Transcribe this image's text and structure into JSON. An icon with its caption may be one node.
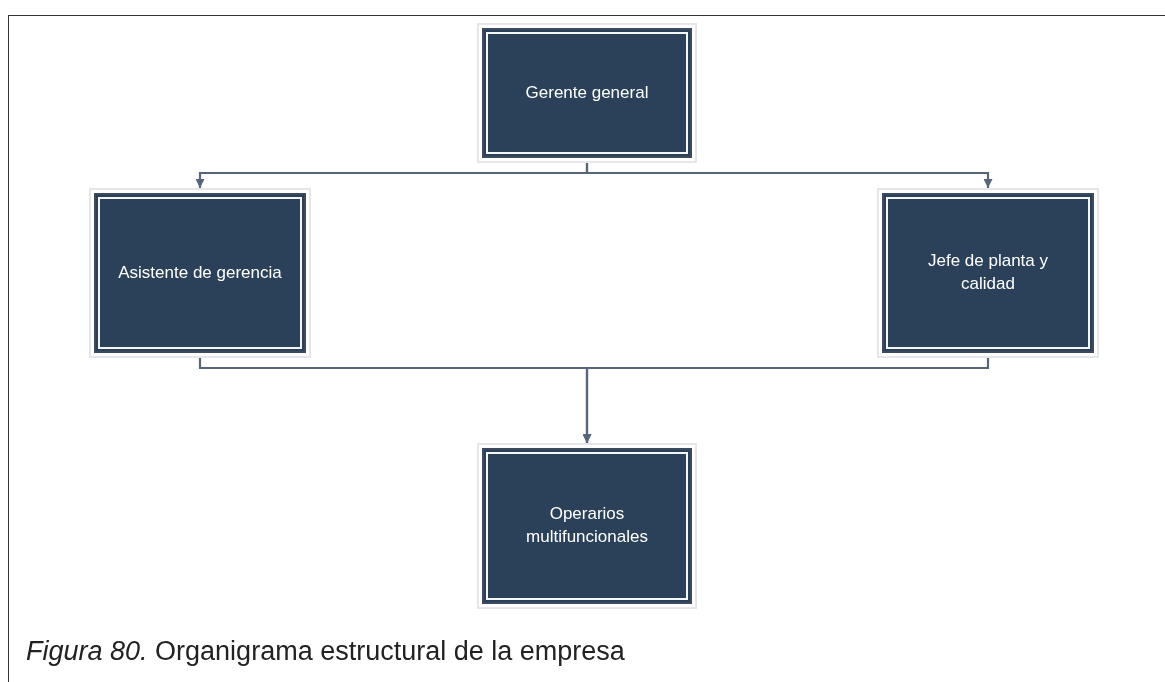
{
  "diagram": {
    "caption": "*Figura 80.* Organigrama estructural de la empresa",
    "nodes": [
      {
        "text": [
          "Gerente general"
        ]
      },
      {
        "text": [
          "Asistente de gerencia"
        ]
      },
      {
        "text": [
          "Jefe de planta y calidad"
        ]
      },
      {
        "text": [
          "Operarios multifuncionales"
        ]
      }
    ],
    "edges": [
      {
        "from": 0,
        "to": 1,
        "arrow": "to"
      },
      {
        "from": 0,
        "to": 2,
        "arrow": "to"
      },
      {
        "from": 1,
        "to": 3,
        "arrow": "to"
      },
      {
        "from": 2,
        "to": 3,
        "arrow": "to"
      }
    ]
  }
}
